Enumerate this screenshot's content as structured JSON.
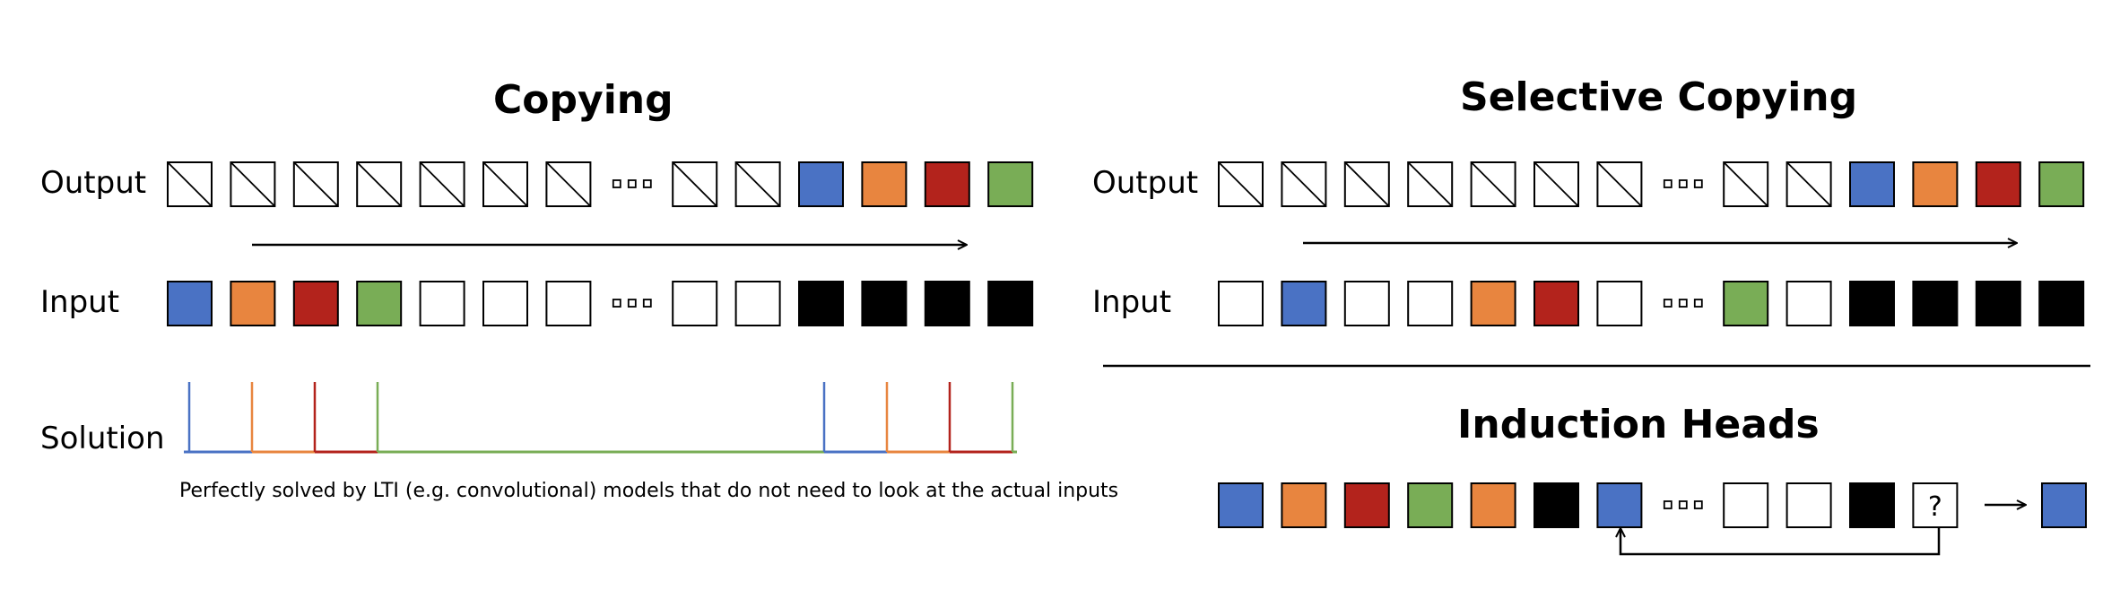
{
  "colors": {
    "blue": "#4a72c4",
    "orange": "#e8853f",
    "red": "#b3231c",
    "green": "#79ad56",
    "black": "#000000",
    "white": "#ffffff"
  },
  "copying": {
    "title": "Copying",
    "output_label": "Output",
    "input_label": "Input",
    "solution_label": "Solution",
    "caption": "Perfectly solved by LTI (e.g. convolutional) models that do not need to look at the actual inputs",
    "output": [
      "slash",
      "slash",
      "slash",
      "slash",
      "slash",
      "slash",
      "slash",
      "dots",
      "slash",
      "slash",
      "blue",
      "orange",
      "red",
      "green"
    ],
    "input": [
      "blue",
      "orange",
      "red",
      "green",
      "white",
      "white",
      "white",
      "dots",
      "white",
      "white",
      "black",
      "black",
      "black",
      "black"
    ],
    "solution_spikes": [
      "blue",
      "orange",
      "red",
      "green",
      "blue",
      "orange",
      "red",
      "green"
    ]
  },
  "selective_copying": {
    "title": "Selective Copying",
    "output_label": "Output",
    "input_label": "Input",
    "output": [
      "slash",
      "slash",
      "slash",
      "slash",
      "slash",
      "slash",
      "slash",
      "dots",
      "slash",
      "slash",
      "blue",
      "orange",
      "red",
      "green"
    ],
    "input": [
      "white",
      "blue",
      "white",
      "white",
      "orange",
      "red",
      "white",
      "dots",
      "green",
      "white",
      "black",
      "black",
      "black",
      "black"
    ]
  },
  "induction_heads": {
    "title": "Induction Heads",
    "sequence": [
      "blue",
      "orange",
      "red",
      "green",
      "orange",
      "black",
      "blue",
      "dots",
      "white",
      "white",
      "black",
      "query"
    ],
    "query_symbol": "?",
    "answer": "blue"
  }
}
